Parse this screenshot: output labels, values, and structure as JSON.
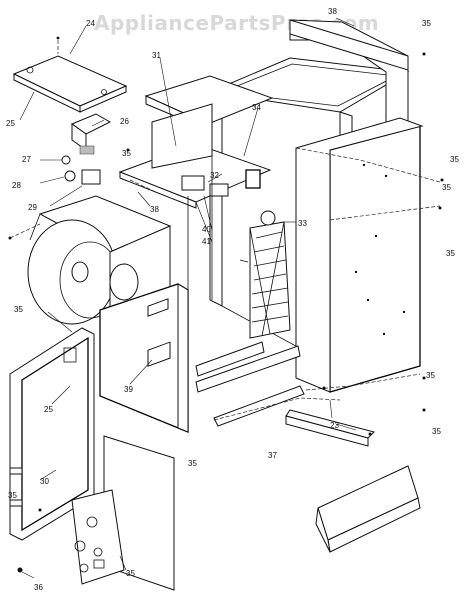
{
  "watermark": "AppliancePartsPros.com",
  "labels": {
    "l24": "24",
    "l25a": "25",
    "l26": "26",
    "l27": "27",
    "l28": "28",
    "l29": "29",
    "l31": "31",
    "l34": "34",
    "l38a": "38",
    "l38b": "38",
    "l35a": "35",
    "l35b": "35",
    "l35c": "35",
    "l32": "32",
    "l40": "40",
    "l41": "41",
    "l33": "33",
    "l35d": "35",
    "l35e": "35",
    "l39": "39",
    "l25b": "25",
    "l30": "30",
    "l35f": "35",
    "l35g": "35",
    "l23": "23",
    "l35h": "35",
    "l37": "37",
    "l36": "36",
    "l35i": "35",
    "l35j": "35",
    "l35k": "35"
  }
}
